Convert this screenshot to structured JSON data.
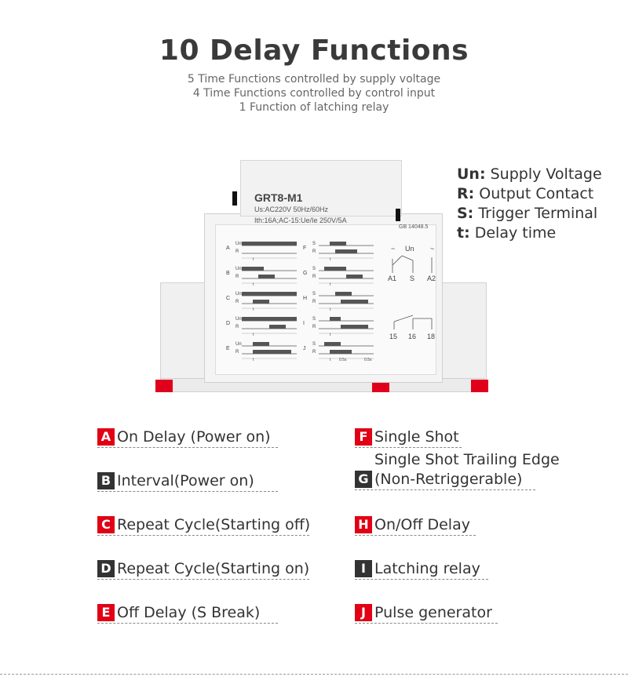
{
  "header": {
    "title": "10 Delay Functions",
    "lines": [
      "5 Time Functions controlled by supply voltage",
      "4 Time Functions controlled by control input",
      "1 Function of latching relay"
    ]
  },
  "legend": [
    {
      "key": "Un:",
      "text": " Supply Voltage"
    },
    {
      "key": "R:",
      "text": " Output Contact"
    },
    {
      "key": "S:",
      "text": " Trigger Terminal"
    },
    {
      "key": "t:",
      "text": " Delay time"
    }
  ],
  "device": {
    "model": "GRT8-M1",
    "spec_supply": "Us:AC220V 50Hz/60Hz",
    "spec_contact": "Ith:16A;AC-15:Ue/Ie 250V/5A",
    "standard": "GB 14048.5",
    "left_letters": [
      "A",
      "B",
      "C",
      "D",
      "E"
    ],
    "right_letters": [
      "F",
      "G",
      "H",
      "I",
      "J"
    ],
    "left_signal_a": "Un",
    "right_signal_a": "S",
    "signal_b": "R",
    "time_mark": "t",
    "pulse_mark": "0.5s",
    "supply_terminals": [
      "A1",
      "S",
      "A2"
    ],
    "supply_label": "Un",
    "ac_symbol": "~",
    "contact_terminals": [
      "15",
      "16",
      "18"
    ]
  },
  "functions": {
    "left": [
      {
        "letter": "A",
        "label": "On Delay (Power on)"
      },
      {
        "letter": "B",
        "label": "Interval(Power on)"
      },
      {
        "letter": "C",
        "label": "Repeat Cycle(Starting off)"
      },
      {
        "letter": "D",
        "label": "Repeat Cycle(Starting on)"
      },
      {
        "letter": "E",
        "label": "Off Delay (S Break)"
      }
    ],
    "right": [
      {
        "letter": "F",
        "label": "Single Shot"
      },
      {
        "letter": "G",
        "label": "(Non-Retriggerable)",
        "prefix": "Single Shot Trailing Edge"
      },
      {
        "letter": "H",
        "label": "On/Off Delay"
      },
      {
        "letter": "I",
        "label": "Latching relay"
      },
      {
        "letter": "J",
        "label": "Pulse generator"
      }
    ]
  },
  "colors": {
    "accent_red": "#e10014",
    "badge_dark": "#333333"
  }
}
